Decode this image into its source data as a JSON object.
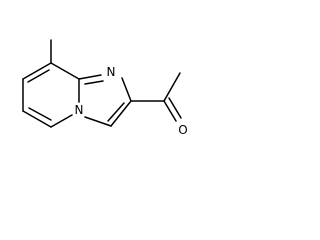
{
  "molecule": {
    "atoms": {
      "imidazole_n": "N",
      "bridgehead_n": "N",
      "carbonyl_o": "O"
    }
  },
  "colors": {
    "background": "#ffffff",
    "bond": "#000000",
    "label": "#000000"
  }
}
